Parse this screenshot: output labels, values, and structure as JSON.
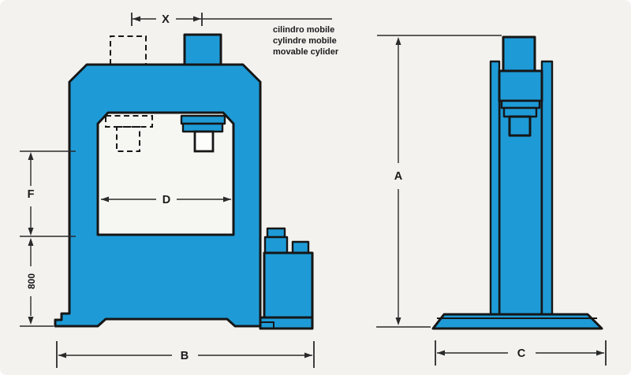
{
  "figure": {
    "type": "technical-dimensional-drawing",
    "subject": "hydraulic press, front and side elevations"
  },
  "colors": {
    "machine_blue": "#1E9BD7",
    "outline_black": "#161616",
    "background": "#F3F2EF",
    "paper_white": "#F6F6F3",
    "ram_white": "#FDFDFB",
    "dimension_line": "#2A2A2A"
  },
  "annotation": {
    "lines": [
      "cilindro mobile",
      "cylindre mobile",
      "movable cylider"
    ]
  },
  "dimensions": {
    "x_label": "X",
    "a_label": "A",
    "b_label": "B",
    "c_label": "C",
    "d_label": "D",
    "f_label": "F",
    "table_height_label": "800"
  }
}
